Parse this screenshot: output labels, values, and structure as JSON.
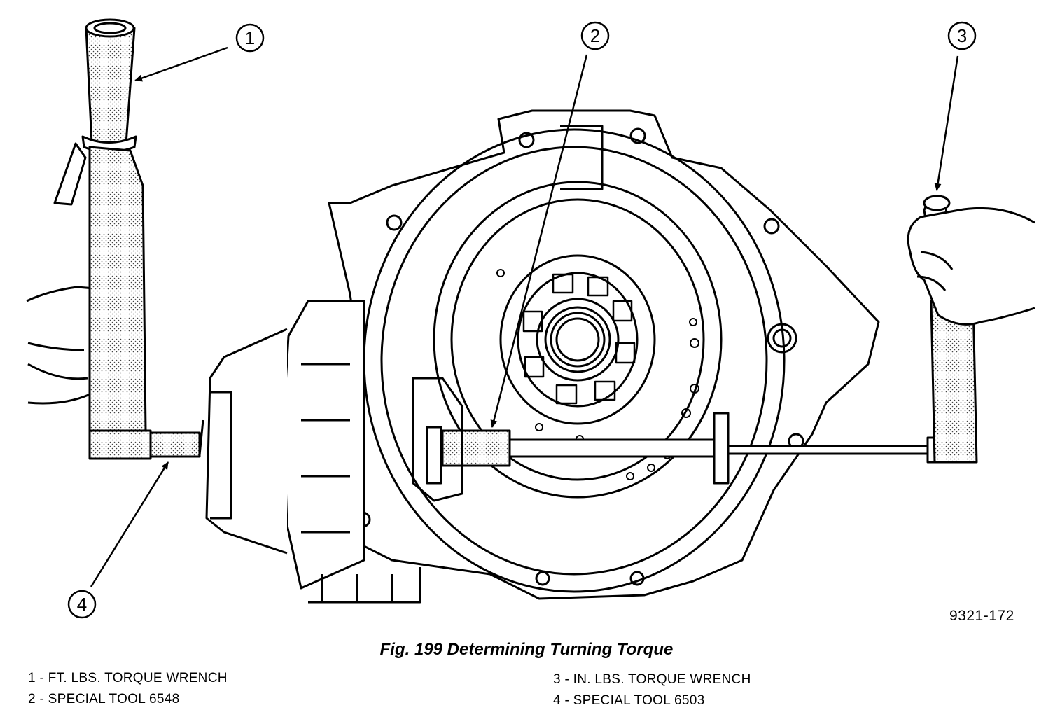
{
  "figure": {
    "caption": "Fig. 199 Determining Turning Torque",
    "reference_code": "9321-172"
  },
  "callouts": [
    {
      "number": "1",
      "label": "1 - FT. LBS. TORQUE WRENCH"
    },
    {
      "number": "2",
      "label": "2 - SPECIAL TOOL 6548"
    },
    {
      "number": "3",
      "label": "3 - IN. LBS. TORQUE WRENCH"
    },
    {
      "number": "4",
      "label": "4 - SPECIAL TOOL 6503"
    }
  ]
}
